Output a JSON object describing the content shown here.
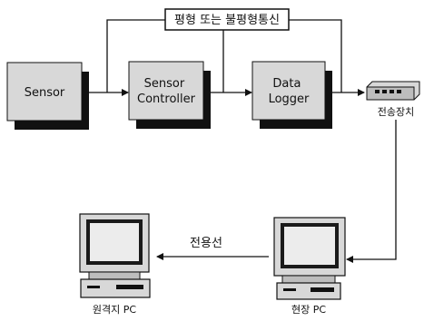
{
  "bus_label": "평형 또는 불평형통신",
  "nodes": {
    "sensor": "Sensor",
    "sensor_controller": [
      "Sensor",
      "Controller"
    ],
    "data_logger": [
      "Data",
      "Logger"
    ]
  },
  "transmitter_label": "전송장치",
  "link_label": "전용선",
  "site_pc_label": "현장 PC",
  "remote_pc_label": "원격지 PC",
  "colors": {
    "box_fill": "#d8d8d8",
    "box_shadow": "#111111",
    "line": "#111111"
  }
}
